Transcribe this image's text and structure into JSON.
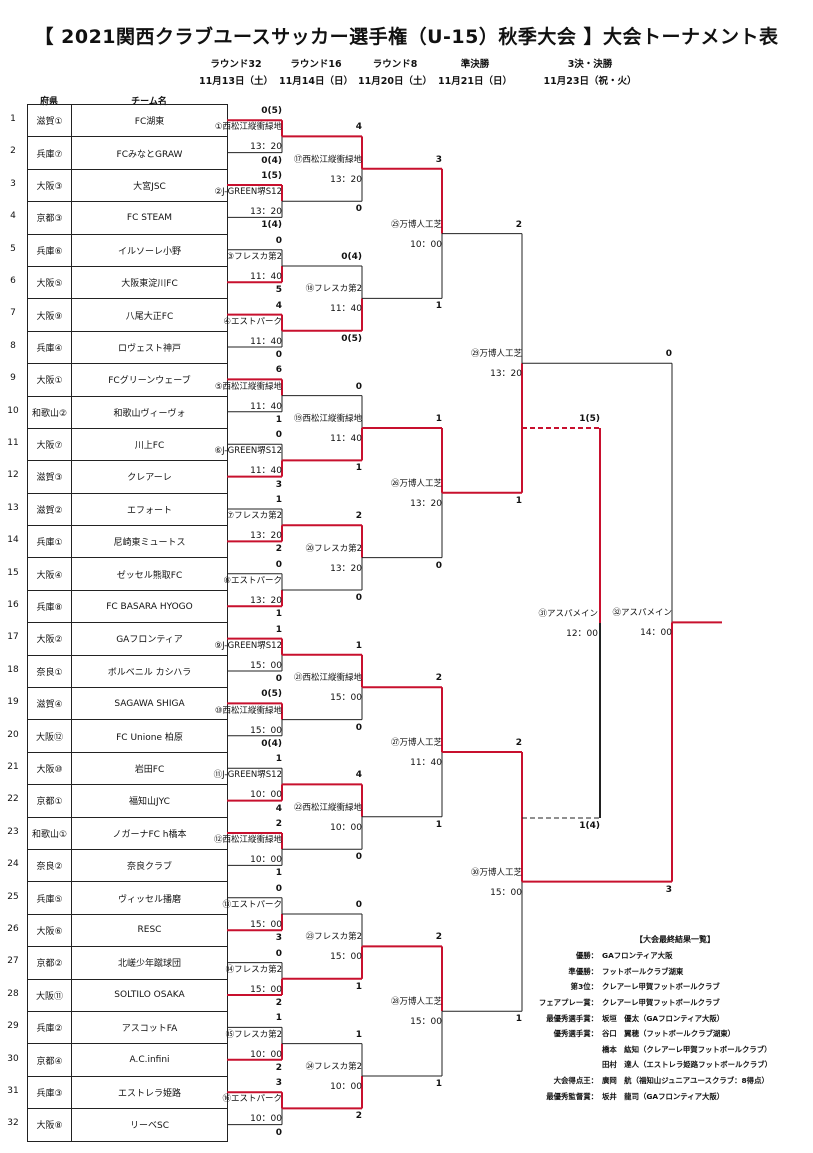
{
  "title": "【 2021関西クラブユースサッカー選手権（U-15）秋季大会 】大会トーナメント表",
  "rounds": [
    {
      "name": "ラウンド32",
      "date": "11月13日（土）"
    },
    {
      "name": "ラウンド16",
      "date": "11月14日（日）"
    },
    {
      "name": "ラウンド8",
      "date": "11月20日（土）"
    },
    {
      "name": "準決勝",
      "date": "11月21日（日）"
    },
    {
      "name": "3決・決勝",
      "date": "11月23日（祝・火）"
    }
  ],
  "headers": {
    "pref": "府県",
    "team": "チーム名"
  },
  "teams": [
    {
      "no": "1",
      "pref": "滋賀①",
      "name": "FC湖東"
    },
    {
      "no": "2",
      "pref": "兵庫⑦",
      "name": "FCみなとGRAW"
    },
    {
      "no": "3",
      "pref": "大阪③",
      "name": "大宮JSC"
    },
    {
      "no": "4",
      "pref": "京都③",
      "name": "FC STEAM"
    },
    {
      "no": "5",
      "pref": "兵庫⑥",
      "name": "イルソーレ小野"
    },
    {
      "no": "6",
      "pref": "大阪⑤",
      "name": "大阪東淀川FC"
    },
    {
      "no": "7",
      "pref": "大阪⑨",
      "name": "八尾大正FC"
    },
    {
      "no": "8",
      "pref": "兵庫④",
      "name": "ロヴェスト神戸"
    },
    {
      "no": "9",
      "pref": "大阪①",
      "name": "FCグリーンウェーブ"
    },
    {
      "no": "10",
      "pref": "和歌山②",
      "name": "和歌山ヴィーヴォ"
    },
    {
      "no": "11",
      "pref": "大阪⑦",
      "name": "川上FC"
    },
    {
      "no": "12",
      "pref": "滋賀③",
      "name": "クレアーレ"
    },
    {
      "no": "13",
      "pref": "滋賀②",
      "name": "エフォート"
    },
    {
      "no": "14",
      "pref": "兵庫①",
      "name": "尼崎東ミュートス"
    },
    {
      "no": "15",
      "pref": "大阪④",
      "name": "ゼッセル熊取FC"
    },
    {
      "no": "16",
      "pref": "兵庫⑧",
      "name": "FC BASARA HYOGO"
    },
    {
      "no": "17",
      "pref": "大阪②",
      "name": "GAフロンティア"
    },
    {
      "no": "18",
      "pref": "奈良①",
      "name": "ボルベニル カシハラ"
    },
    {
      "no": "19",
      "pref": "滋賀④",
      "name": "SAGAWA SHIGA"
    },
    {
      "no": "20",
      "pref": "大阪⑫",
      "name": "FC Unione 柏原"
    },
    {
      "no": "21",
      "pref": "大阪⑩",
      "name": "岩田FC"
    },
    {
      "no": "22",
      "pref": "京都①",
      "name": "福知山JYC"
    },
    {
      "no": "23",
      "pref": "和歌山①",
      "name": "ノガーナFC h橋本"
    },
    {
      "no": "24",
      "pref": "奈良②",
      "name": "奈良クラブ"
    },
    {
      "no": "25",
      "pref": "兵庫⑤",
      "name": "ヴィッセル播磨"
    },
    {
      "no": "26",
      "pref": "大阪⑥",
      "name": "RESC"
    },
    {
      "no": "27",
      "pref": "京都②",
      "name": "北嵯少年蹴球団"
    },
    {
      "no": "28",
      "pref": "大阪⑪",
      "name": "SOLTILO OSAKA"
    },
    {
      "no": "29",
      "pref": "兵庫②",
      "name": "アスコットFA"
    },
    {
      "no": "30",
      "pref": "京都④",
      "name": "A.C.infini"
    },
    {
      "no": "31",
      "pref": "兵庫③",
      "name": "エストレラ姫路"
    },
    {
      "no": "32",
      "pref": "大阪⑧",
      "name": "リーベSC"
    }
  ],
  "r32": [
    {
      "venue": "①西松江縦衝緑地",
      "time": "13：20",
      "top": "0(5)",
      "bot": "0(4)",
      "winner": "top"
    },
    {
      "venue": "②J-GREEN堺S12",
      "time": "13：20",
      "top": "1(5)",
      "bot": "1(4)",
      "winner": "top"
    },
    {
      "venue": "③フレスカ第2",
      "time": "11：40",
      "top": "0",
      "bot": "5",
      "winner": "bot"
    },
    {
      "venue": "④エストパーク",
      "time": "11：40",
      "top": "4",
      "bot": "0",
      "winner": "top"
    },
    {
      "venue": "⑤西松江縦衝緑地",
      "time": "11：40",
      "top": "6",
      "bot": "1",
      "winner": "top"
    },
    {
      "venue": "⑥J-GREEN堺S12",
      "time": "11：40",
      "top": "0",
      "bot": "3",
      "winner": "bot"
    },
    {
      "venue": "⑦フレスカ第2",
      "time": "13：20",
      "top": "1",
      "bot": "2",
      "winner": "bot"
    },
    {
      "venue": "⑧エストパーク",
      "time": "13：20",
      "top": "0",
      "bot": "1",
      "winner": "bot"
    },
    {
      "venue": "⑨J-GREEN堺S12",
      "time": "15：00",
      "top": "1",
      "bot": "0",
      "winner": "top"
    },
    {
      "venue": "⑩西松江縦衝緑地",
      "time": "15：00",
      "top": "0(5)",
      "bot": "0(4)",
      "winner": "top"
    },
    {
      "venue": "⑪J-GREEN堺S12",
      "time": "10：00",
      "top": "1",
      "bot": "4",
      "winner": "bot"
    },
    {
      "venue": "⑫西松江縦衝緑地",
      "time": "10：00",
      "top": "2",
      "bot": "1",
      "winner": "top"
    },
    {
      "venue": "⑬エストパーク",
      "time": "15：00",
      "top": "0",
      "bot": "3",
      "winner": "bot"
    },
    {
      "venue": "⑭フレスカ第2",
      "time": "15：00",
      "top": "0",
      "bot": "2",
      "winner": "bot"
    },
    {
      "venue": "⑮フレスカ第2",
      "time": "10：00",
      "top": "1",
      "bot": "2",
      "winner": "bot"
    },
    {
      "venue": "⑯エストパーク",
      "time": "10：00",
      "top": "3",
      "bot": "0",
      "winner": "top"
    }
  ],
  "r16": [
    {
      "venue": "⑰西松江縦衝緑地",
      "time": "13：20",
      "top": "4",
      "bot": "0",
      "winner": "top"
    },
    {
      "venue": "⑱フレスカ第2",
      "time": "11：40",
      "top": "0(4)",
      "bot": "0(5)",
      "winner": "bot"
    },
    {
      "venue": "⑲西松江縦衝緑地",
      "time": "11：40",
      "top": "0",
      "bot": "1",
      "winner": "bot"
    },
    {
      "venue": "⑳フレスカ第2",
      "time": "13：20",
      "top": "2",
      "bot": "0",
      "winner": "top"
    },
    {
      "venue": "㉑西松江縦衝緑地",
      "time": "15：00",
      "top": "1",
      "bot": "0",
      "winner": "top"
    },
    {
      "venue": "㉒西松江縦衝緑地",
      "time": "10：00",
      "top": "4",
      "bot": "0",
      "winner": "top"
    },
    {
      "venue": "㉓フレスカ第2",
      "time": "15：00",
      "top": "0",
      "bot": "1",
      "winner": "bot"
    },
    {
      "venue": "㉔フレスカ第2",
      "time": "10：00",
      "top": "1",
      "bot": "2",
      "winner": "bot"
    }
  ],
  "r8": [
    {
      "venue": "㉕万博人工芝",
      "time": "10：00",
      "top": "3",
      "bot": "1",
      "winner": "top"
    },
    {
      "venue": "㉖万博人工芝",
      "time": "13：20",
      "top": "1",
      "bot": "0",
      "winner": "top"
    },
    {
      "venue": "㉗万博人工芝",
      "time": "11：40",
      "top": "2",
      "bot": "1",
      "winner": "top"
    },
    {
      "venue": "㉘万博人工芝",
      "time": "15：00",
      "top": "2",
      "bot": "1",
      "winner": "top"
    }
  ],
  "sf": [
    {
      "venue": "㉙万博人工芝",
      "time": "13：20",
      "top": "2",
      "bot": "1",
      "winner": "bot"
    },
    {
      "venue": "㉚万博人工芝",
      "time": "15：00",
      "top": "2",
      "bot": "1",
      "winner": "top"
    }
  ],
  "third": {
    "venue": "㉛アスパメイン",
    "time": "12：00",
    "top": "1(5)",
    "bot": "1(4)"
  },
  "final": {
    "venue": "㉜アスパメイン",
    "time": "14：00",
    "top": "0",
    "bot": "3"
  },
  "results": {
    "title": "【大会最終結果一覧】",
    "rows": [
      {
        "k": "優勝：",
        "v": "GAフロンティア大阪"
      },
      {
        "k": "準優勝：",
        "v": "フットボールクラブ湖東"
      },
      {
        "k": "第3位：",
        "v": "クレアーレ甲賀フットボールクラブ"
      },
      {
        "k": "フェアプレー賞：",
        "v": "クレアーレ甲賀フットボールクラブ"
      },
      {
        "k": "最優秀選手賞：",
        "v": "坂垣　優太（GAフロンティア大阪）"
      },
      {
        "k": "優秀選手賞：",
        "v": "谷口　翼穂（フットボールクラブ湖東）"
      },
      {
        "k": "",
        "v": "橋本　紘知（クレアーレ甲賀フットボールクラブ）"
      },
      {
        "k": "",
        "v": "田村　達人（エストレラ姫路フットボールクラブ）"
      },
      {
        "k": "大会得点王：",
        "v": "廣岡　航（福知山ジュニアユースクラブ：8得点）"
      },
      {
        "k": "最優秀監督賞：",
        "v": "坂井　龍司（GAフロンティア大阪）"
      }
    ]
  }
}
